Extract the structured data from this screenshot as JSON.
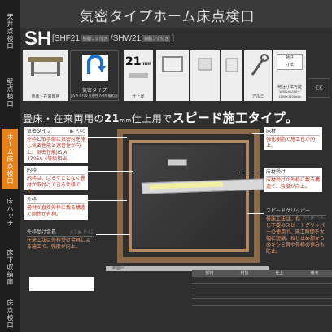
{
  "header": {
    "title": "気密タイプホーム床点検口"
  },
  "sidenav": {
    "tabs": [
      {
        "label": "天井点検口",
        "active": false
      },
      {
        "label": "壁点検口",
        "active": false
      },
      {
        "label": "ホーム床点検口",
        "active": true
      },
      {
        "label": "床ハッチ",
        "active": false
      },
      {
        "label": "床下収納庫",
        "active": false
      },
      {
        "label": "床点検口",
        "active": false
      }
    ]
  },
  "product": {
    "series": "SH",
    "models_open": "[SHF21",
    "badge1": "樹脂フタ付き",
    "models_sep": "/SHW21",
    "badge2": "樹脂フタ付き",
    "models_close": "]"
  },
  "icons": {
    "floor_type": "畳床・在来両用",
    "airtight": "気密タイプ",
    "airtight_sub": "JIS A 4706 気密性 A-4等級相当",
    "finish_num": "21",
    "finish_unit": "mm",
    "finish_label": "仕上厚",
    "c1_label": "",
    "c2_label": "",
    "c3_label": "",
    "aluminum": "アルミ",
    "special_size_title": "特注",
    "special_size_sub": "寸法",
    "special_size_text": "特注寸法可能",
    "size_range": "W300×L300～1200×1200mm",
    "ck_label": "CK"
  },
  "tagline": {
    "pre": "畳床・在来両用の",
    "num": "21",
    "unit": "mm",
    "mid": "仕上用で",
    "big": "スピード施工タイプ。"
  },
  "callouts": {
    "airtight": {
      "head": "気密タイプ",
      "ref": "▶ P.40",
      "body": "外枠と取手部に気密材を施し気密性能と遮音性が向上。気密性能JIS A 4706A-4等級相当。"
    },
    "inner": {
      "head": "内枠",
      "body": "内枠は、ばらすことなく畳材が取付けできる仕様です。"
    },
    "outer": {
      "head": "外枠",
      "body": "畳材が直接外枠に載る構造で剛性が有利。"
    },
    "bracket": {
      "head": "外枠受け金具",
      "ref": "※3 ▶ P.41",
      "body": "在来工法は外枠受け金具による施工で、強度が向上。"
    },
    "flooring": {
      "head": "床材",
      "body": "強化樹脂で施工性が向上。"
    },
    "flooring_support": {
      "head": "床材受け",
      "body": "床材受けが外枠に載る構造で、強度が向上。"
    },
    "speed_grip": {
      "head": "スピードグリッパー",
      "ref": "※4 ▶ P.41",
      "body": "畳床工法は、ねじ不要のスピードグリッパーの使用で、施工時間を大幅に短縮。ねじ止め部からのキシミ音や外枠の歪みも防止。"
    }
  },
  "strip": {
    "label": "断面図"
  },
  "specs": {
    "headers": [
      "部材",
      "材質",
      "仕上",
      "備考"
    ]
  }
}
